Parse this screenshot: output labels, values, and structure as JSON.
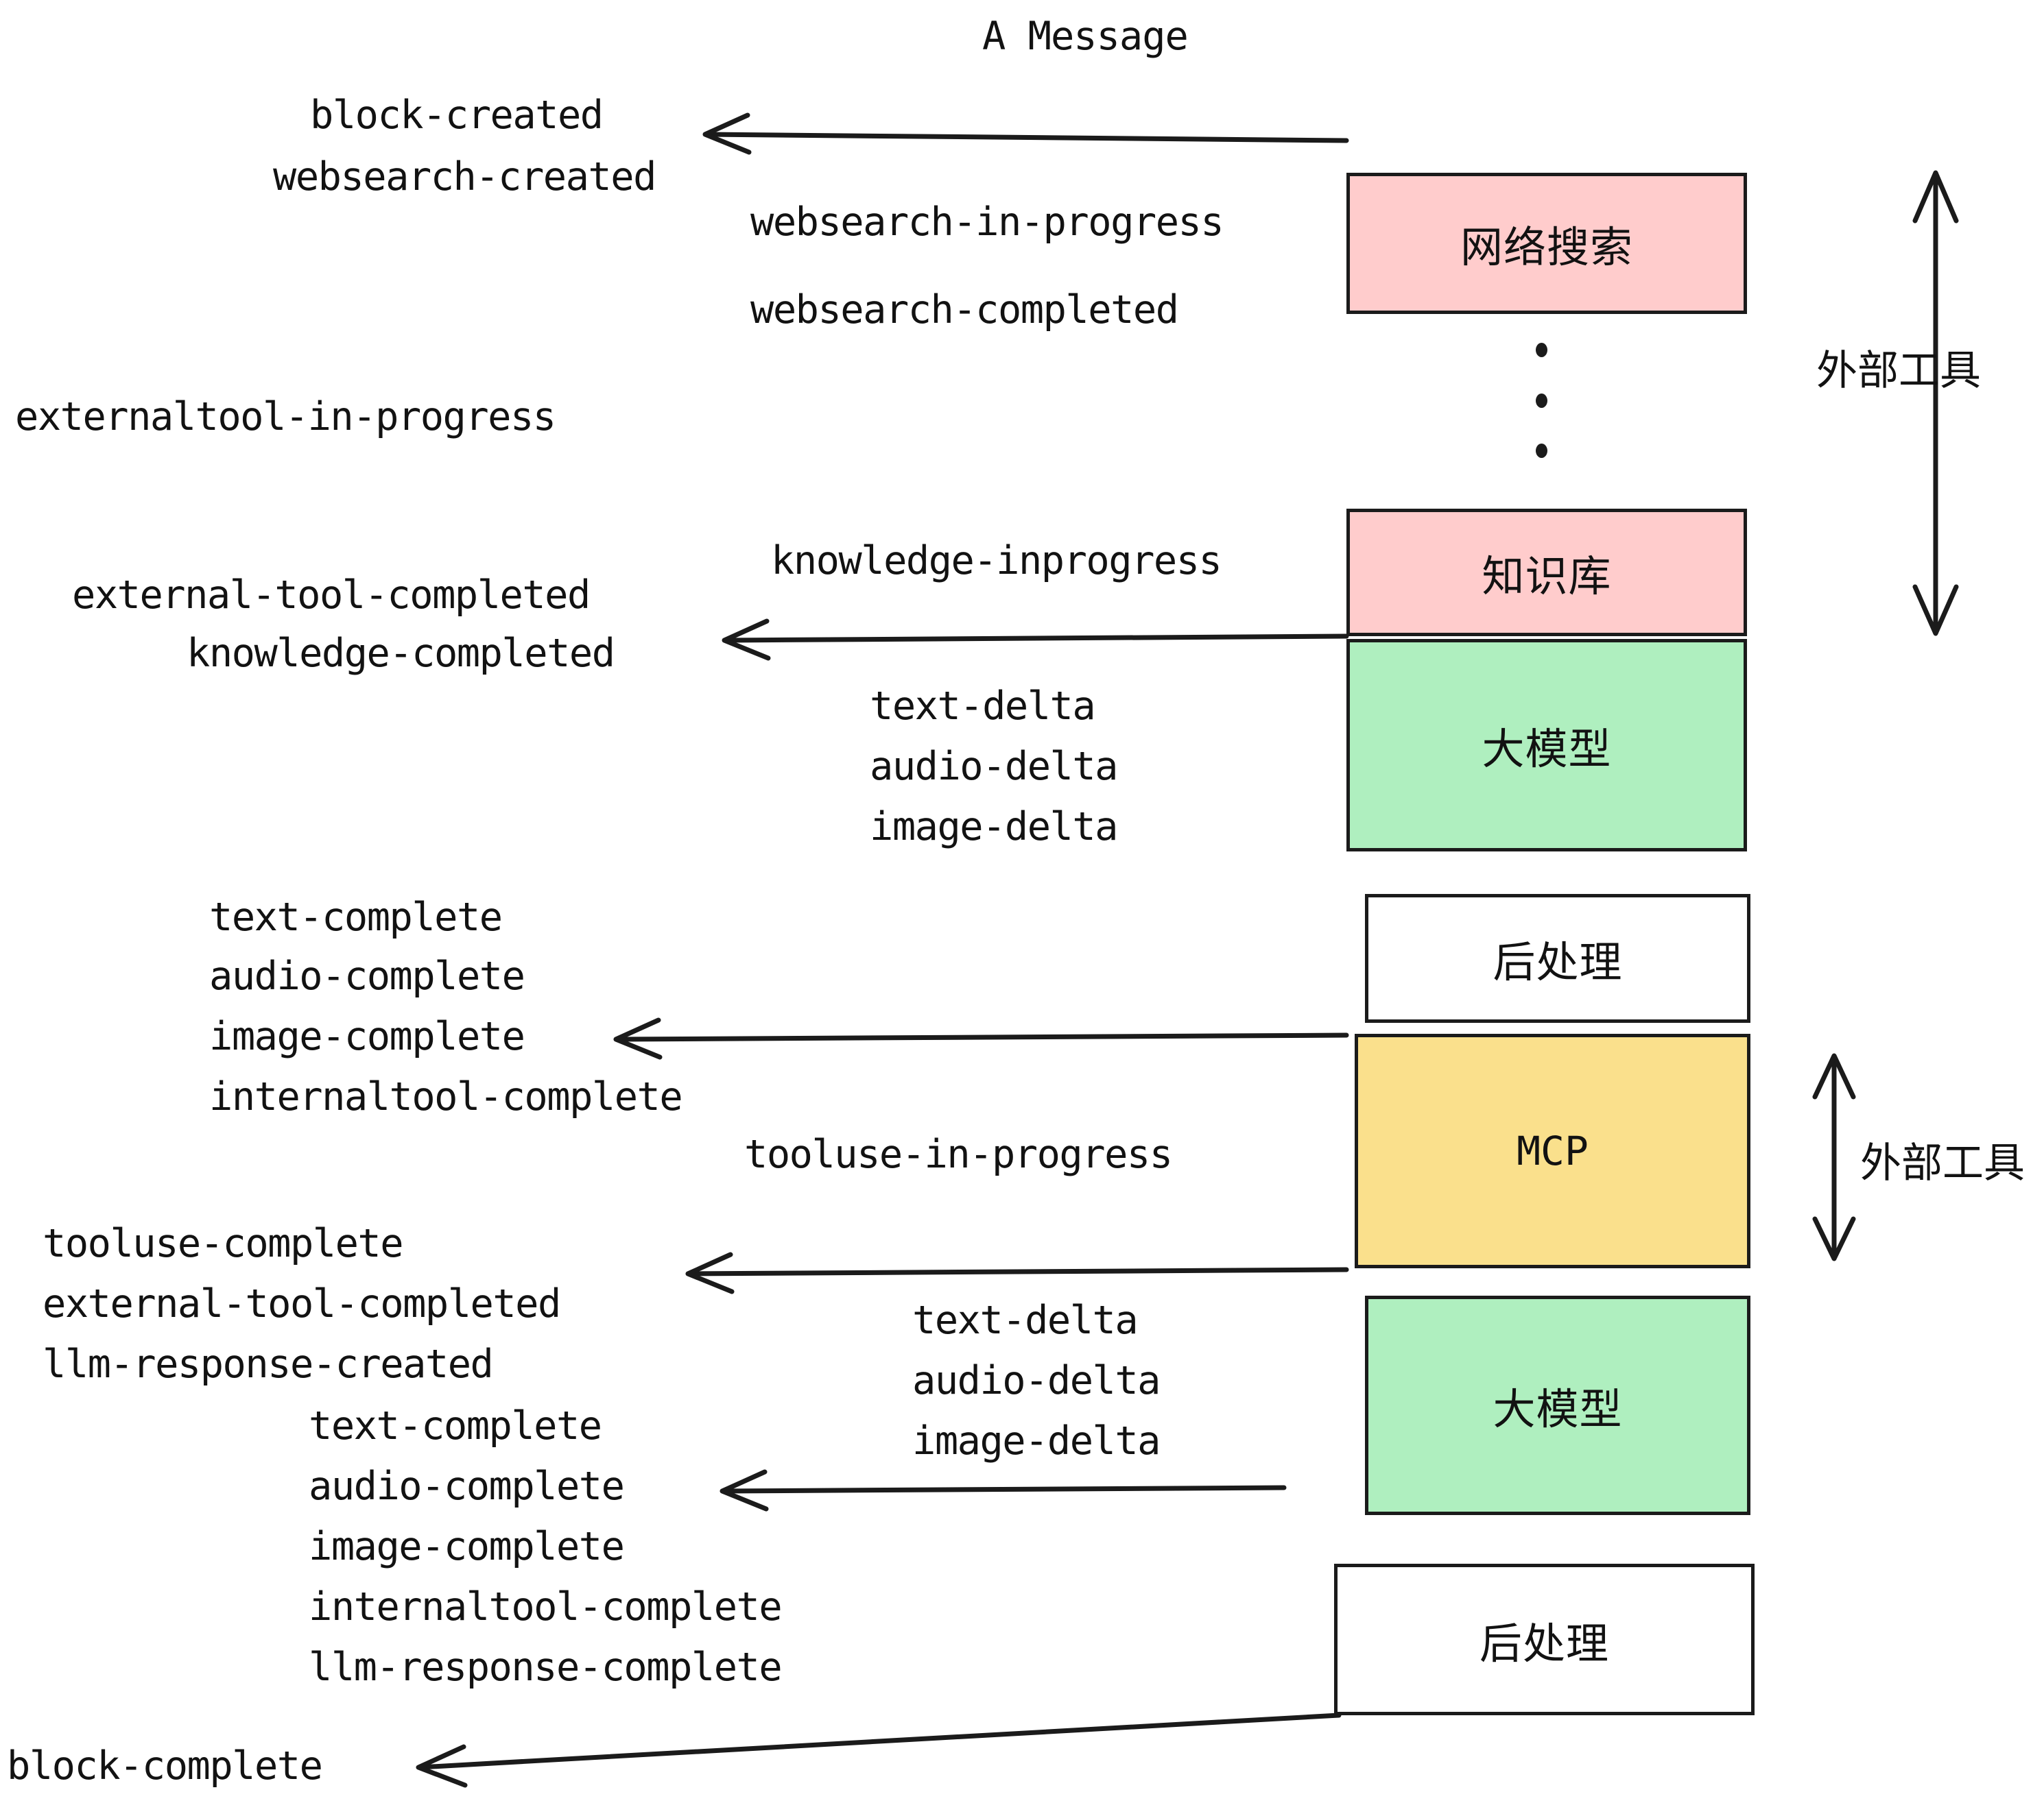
{
  "title": "A Message",
  "colors": {
    "pink": "#FFCCCC",
    "green": "#AFEFBF",
    "yellow": "#FAE08C",
    "white": "#FFFFFF",
    "stroke": "#1B1B1B",
    "text": "#121212",
    "background": "#FFFFFF"
  },
  "nodes": [
    {
      "id": "websearch",
      "label": "网络搜索",
      "fill": "pink"
    },
    {
      "id": "knowledge",
      "label": "知识库",
      "fill": "pink"
    },
    {
      "id": "llm-1",
      "label": "大模型",
      "fill": "green"
    },
    {
      "id": "postprocess-1",
      "label": "后处理",
      "fill": "white"
    },
    {
      "id": "mcp",
      "label": "MCP",
      "fill": "yellow"
    },
    {
      "id": "llm-2",
      "label": "大模型",
      "fill": "green"
    },
    {
      "id": "postprocess-2",
      "label": "后处理",
      "fill": "white"
    }
  ],
  "side_labels": [
    {
      "id": "external-tool-top",
      "label": "外部工具"
    },
    {
      "id": "external-tool-bottom",
      "label": "外部工具"
    }
  ],
  "events": [
    {
      "id": "block-created",
      "label": "block-created"
    },
    {
      "id": "websearch-created",
      "label": "websearch-created"
    },
    {
      "id": "websearch-in-progress",
      "label": "websearch-in-progress"
    },
    {
      "id": "websearch-completed",
      "label": "websearch-completed"
    },
    {
      "id": "externaltool-in-progress",
      "label": "externaltool-in-progress"
    },
    {
      "id": "knowledge-inprogress",
      "label": "knowledge-inprogress"
    },
    {
      "id": "external-tool-completed-1",
      "label": "external-tool-completed"
    },
    {
      "id": "knowledge-completed",
      "label": "knowledge-completed"
    },
    {
      "id": "text-delta-1",
      "label": "text-delta"
    },
    {
      "id": "audio-delta-1",
      "label": "audio-delta"
    },
    {
      "id": "image-delta-1",
      "label": "image-delta"
    },
    {
      "id": "text-complete-1",
      "label": "text-complete"
    },
    {
      "id": "audio-complete-1",
      "label": "audio-complete"
    },
    {
      "id": "image-complete-1",
      "label": "image-complete"
    },
    {
      "id": "internaltool-complete-1",
      "label": "internaltool-complete"
    },
    {
      "id": "tooluse-in-progress",
      "label": "tooluse-in-progress"
    },
    {
      "id": "tooluse-complete",
      "label": "tooluse-complete"
    },
    {
      "id": "external-tool-completed-2",
      "label": "external-tool-completed"
    },
    {
      "id": "llm-response-created",
      "label": "llm-response-created"
    },
    {
      "id": "text-delta-2",
      "label": "text-delta"
    },
    {
      "id": "audio-delta-2",
      "label": "audio-delta"
    },
    {
      "id": "image-delta-2",
      "label": "image-delta"
    },
    {
      "id": "text-complete-2",
      "label": "text-complete"
    },
    {
      "id": "audio-complete-2",
      "label": "audio-complete"
    },
    {
      "id": "image-complete-2",
      "label": "image-complete"
    },
    {
      "id": "internaltool-complete-2",
      "label": "internaltool-complete"
    },
    {
      "id": "llm-response-complete",
      "label": "llm-response-complete"
    },
    {
      "id": "block-complete",
      "label": "block-complete"
    }
  ]
}
